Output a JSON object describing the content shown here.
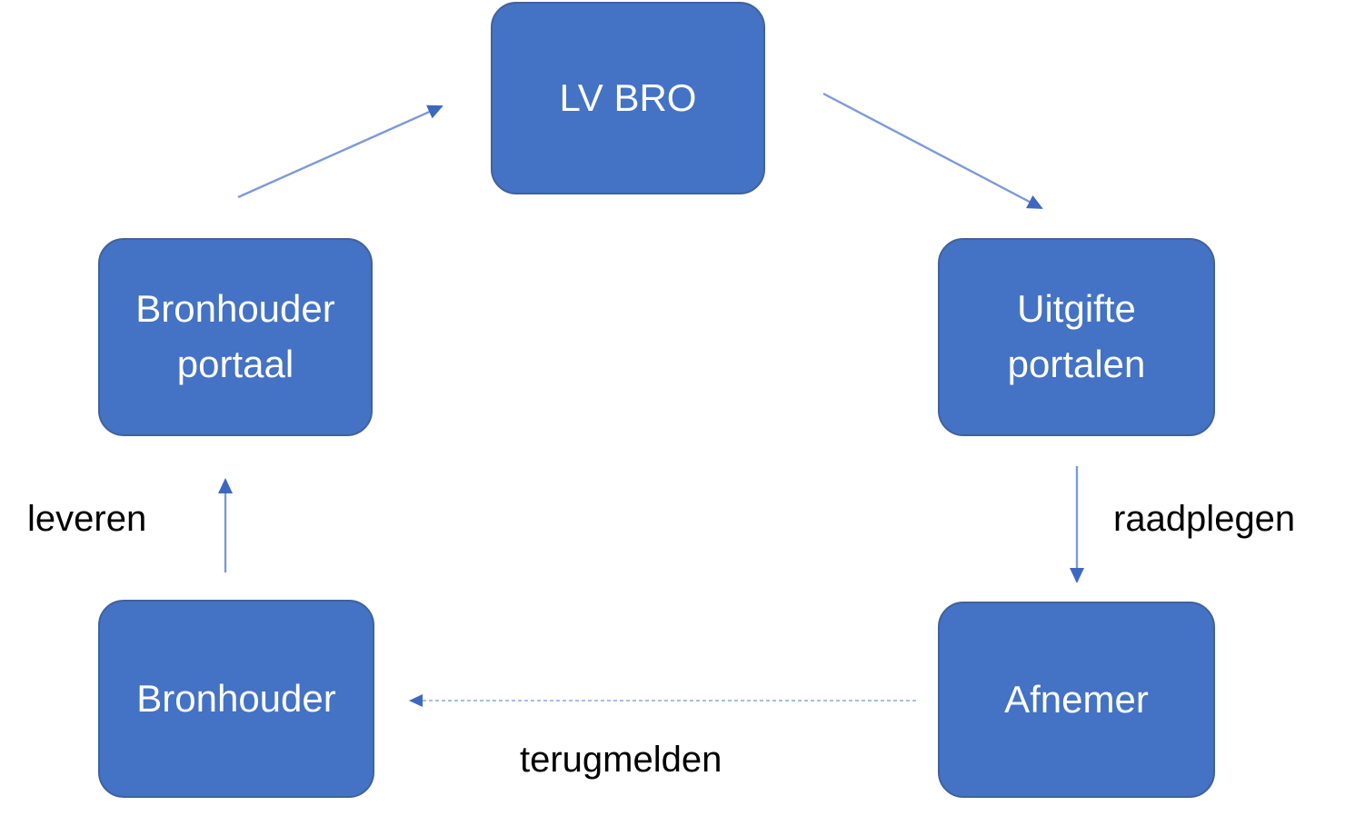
{
  "diagram": {
    "nodes": {
      "lv_bro": {
        "label": "LV BRO"
      },
      "bronhouder_portaal": {
        "label": "Bronhouder portaal"
      },
      "uitgifte_portalen": {
        "label": "Uitgifte portalen"
      },
      "bronhouder": {
        "label": "Bronhouder"
      },
      "afnemer": {
        "label": "Afnemer"
      }
    },
    "edges": [
      {
        "from": "bronhouder_portaal",
        "to": "lv_bro",
        "style": "solid",
        "label": ""
      },
      {
        "from": "lv_bro",
        "to": "uitgifte_portalen",
        "style": "solid",
        "label": ""
      },
      {
        "from": "uitgifte_portalen",
        "to": "afnemer",
        "style": "solid",
        "label": "raadplegen"
      },
      {
        "from": "afnemer",
        "to": "bronhouder",
        "style": "dashed",
        "label": "terugmelden"
      },
      {
        "from": "bronhouder",
        "to": "bronhouder_portaal",
        "style": "solid",
        "label": "leveren"
      }
    ],
    "colors": {
      "node_fill": "#4472C4",
      "node_border": "#41619C",
      "node_text": "#FFFFFF",
      "connector_line": "#7D9AD8",
      "arrowhead": "#3E68C0",
      "label_text": "#000000",
      "background": "#FFFFFF"
    }
  }
}
